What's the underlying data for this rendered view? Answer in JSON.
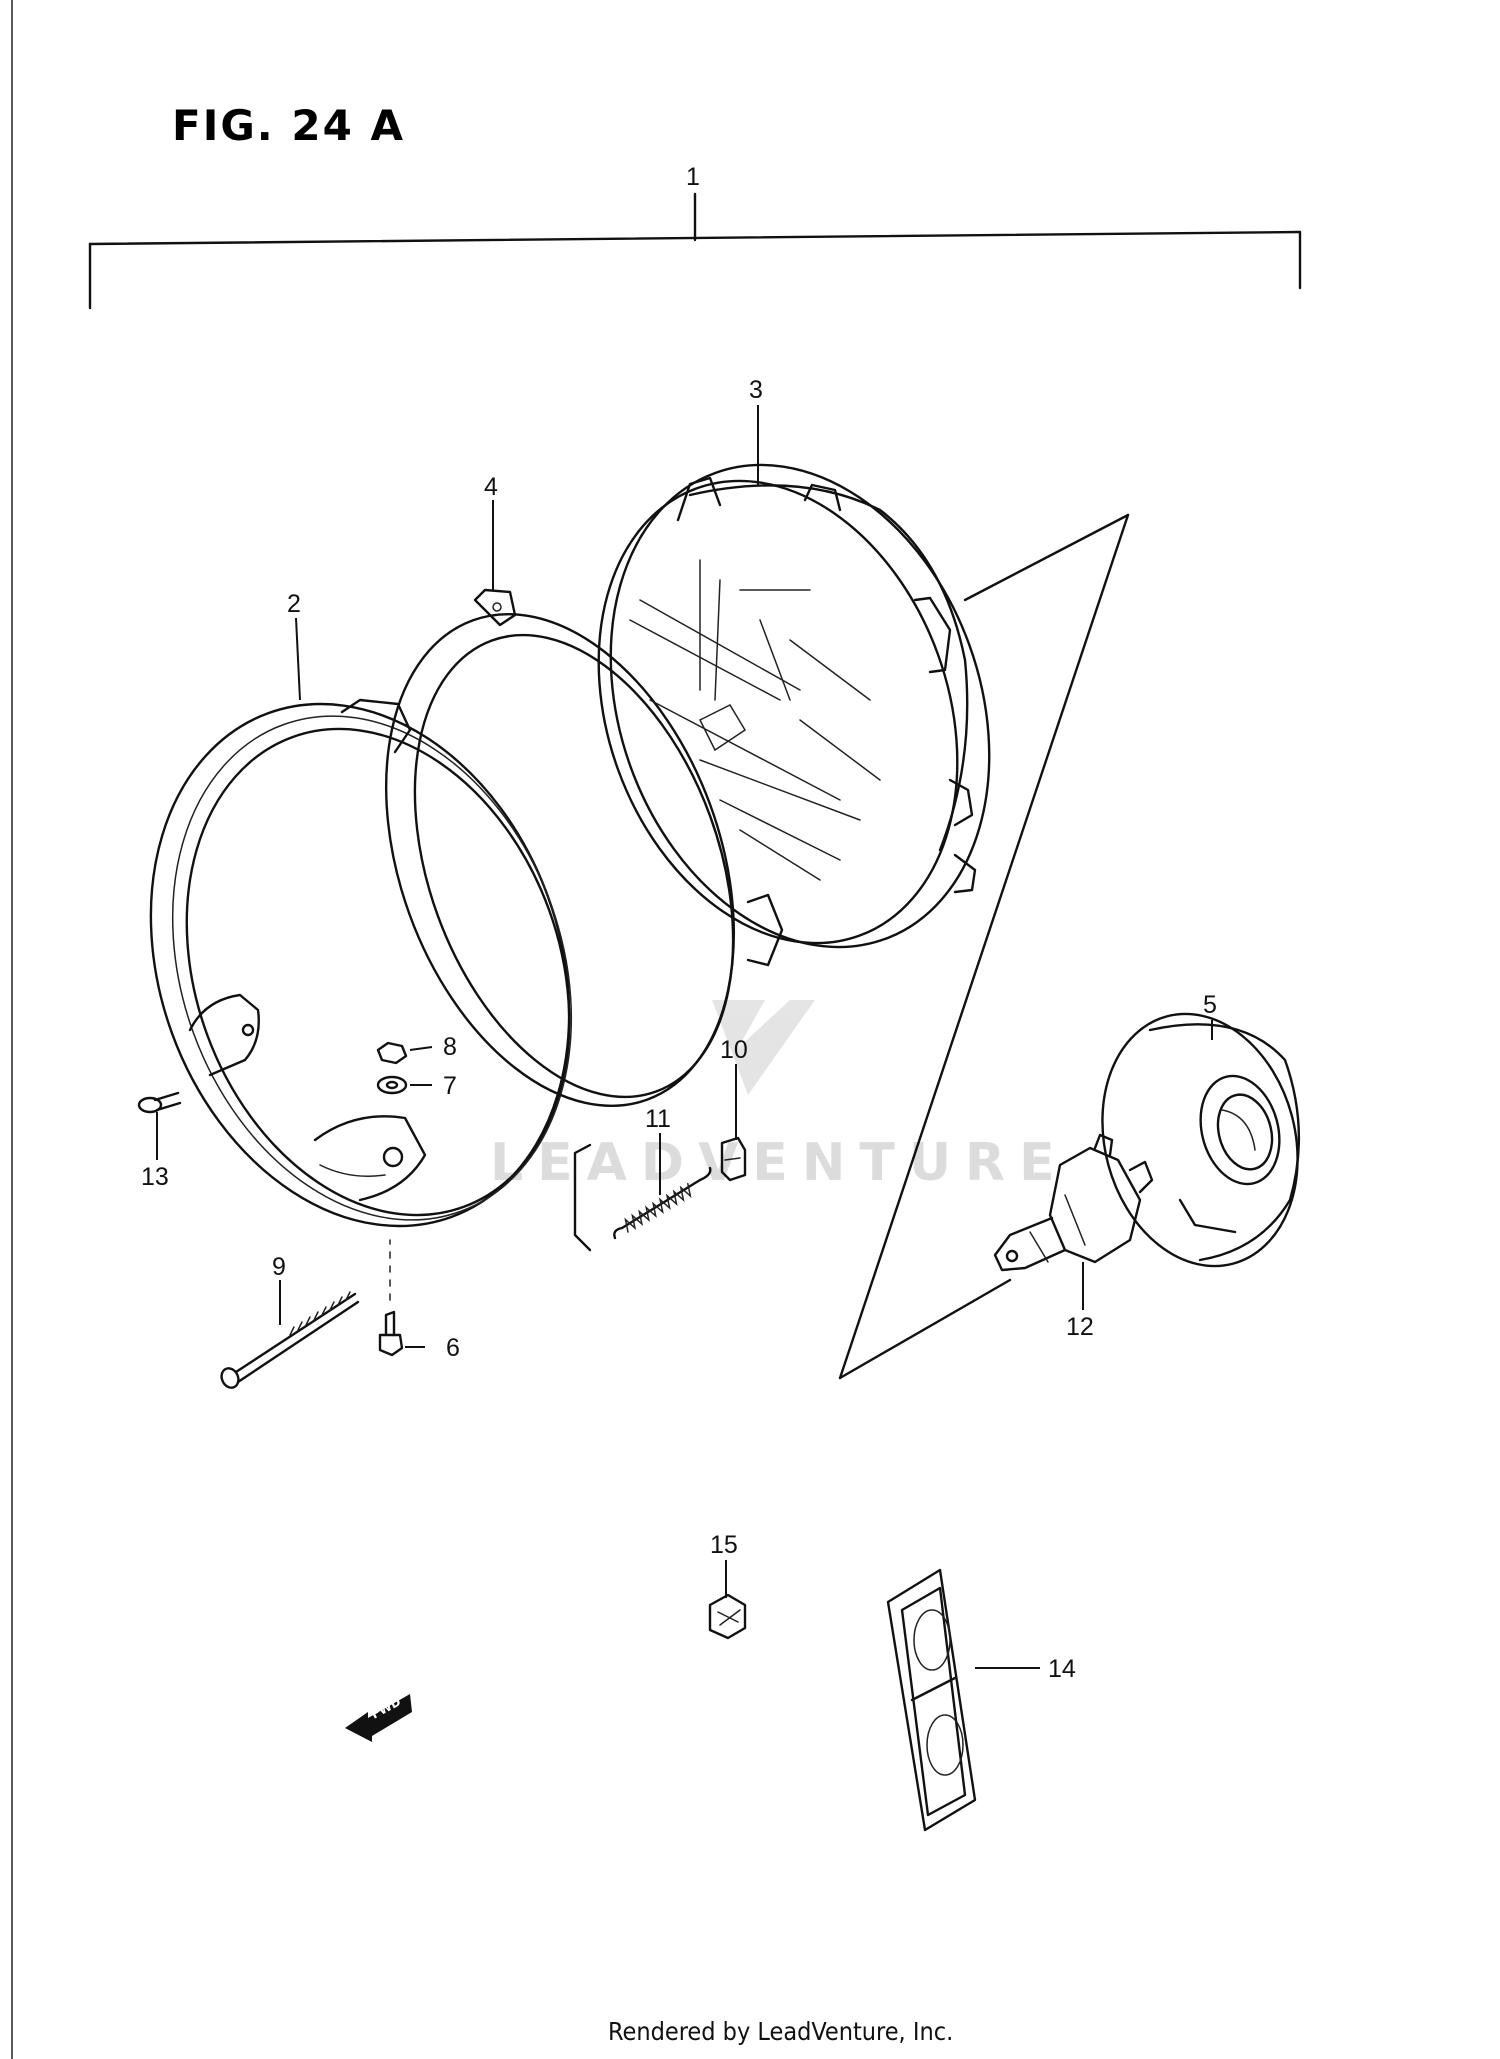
{
  "figure_title": "FIG. 24 A",
  "callouts": [
    "1",
    "2",
    "3",
    "4",
    "5",
    "6",
    "7",
    "8",
    "9",
    "10",
    "11",
    "12",
    "13",
    "14",
    "15"
  ],
  "fwd_label": "FWD",
  "watermark": "LEADVENTURE",
  "footer": "Rendered by LeadVenture, Inc."
}
